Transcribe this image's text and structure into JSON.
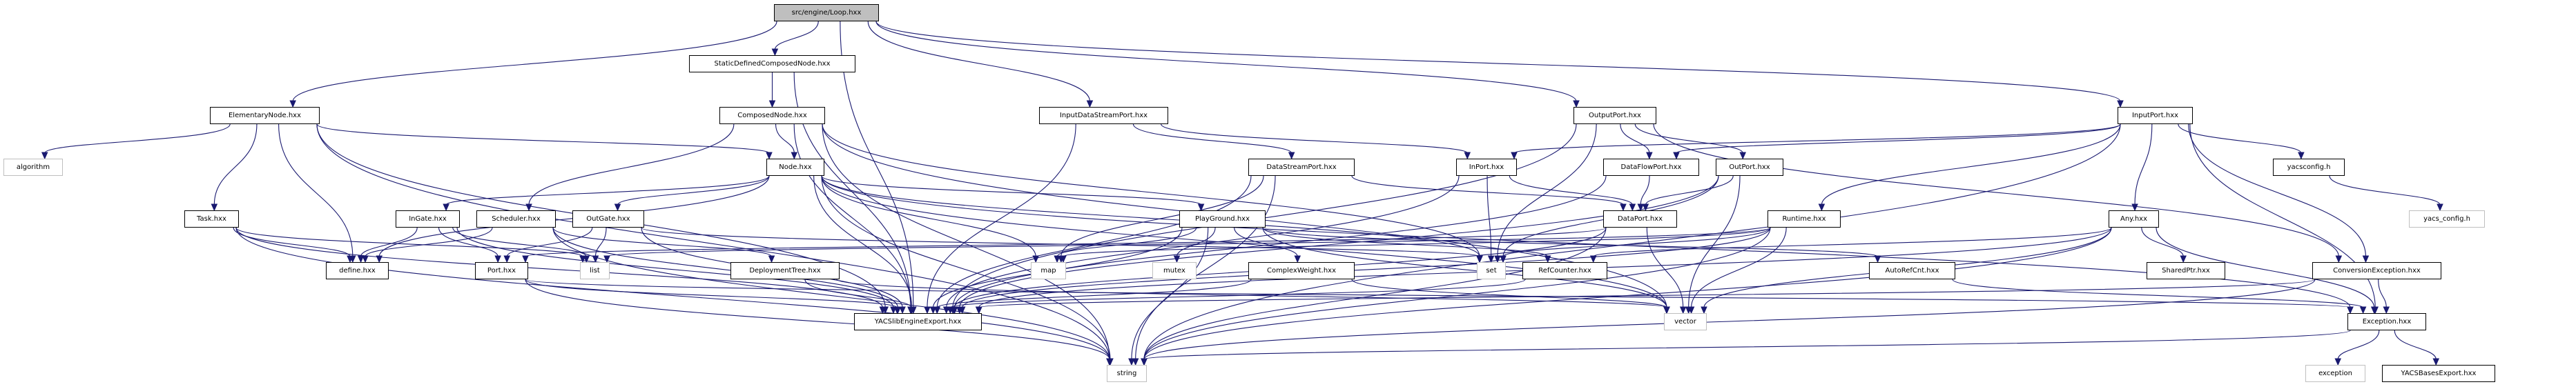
{
  "title": "src/engine/Loop.hxx",
  "nodes": [
    {
      "id": "loop",
      "label": "src/engine/Loop.hxx",
      "kind": "root"
    },
    {
      "id": "sdcn",
      "label": "StaticDefinedComposedNode.hxx",
      "kind": "file"
    },
    {
      "id": "composed",
      "label": "ComposedNode.hxx",
      "kind": "file"
    },
    {
      "id": "node",
      "label": "Node.hxx",
      "kind": "file"
    },
    {
      "id": "elementary",
      "label": "ElementaryNode.hxx",
      "kind": "file"
    },
    {
      "id": "algorithm",
      "label": "algorithm",
      "kind": "ext"
    },
    {
      "id": "task",
      "label": "Task.hxx",
      "kind": "file"
    },
    {
      "id": "define",
      "label": "define.hxx",
      "kind": "file"
    },
    {
      "id": "ingate",
      "label": "InGate.hxx",
      "kind": "file"
    },
    {
      "id": "scheduler",
      "label": "Scheduler.hxx",
      "kind": "file"
    },
    {
      "id": "outgate",
      "label": "OutGate.hxx",
      "kind": "file"
    },
    {
      "id": "port",
      "label": "Port.hxx",
      "kind": "file"
    },
    {
      "id": "list",
      "label": "list",
      "kind": "ext"
    },
    {
      "id": "deploy",
      "label": "DeploymentTree.hxx",
      "kind": "file"
    },
    {
      "id": "yacslib",
      "label": "YACSlibEngineExport.hxx",
      "kind": "file"
    },
    {
      "id": "idsp",
      "label": "InputDataStreamPort.hxx",
      "kind": "file"
    },
    {
      "id": "dsp",
      "label": "DataStreamPort.hxx",
      "kind": "file"
    },
    {
      "id": "map",
      "label": "map",
      "kind": "ext"
    },
    {
      "id": "mutex",
      "label": "mutex",
      "kind": "ext"
    },
    {
      "id": "playground",
      "label": "PlayGround.hxx",
      "kind": "file"
    },
    {
      "id": "complexw",
      "label": "ComplexWeight.hxx",
      "kind": "file"
    },
    {
      "id": "string",
      "label": "string",
      "kind": "ext"
    },
    {
      "id": "outputport",
      "label": "OutputPort.hxx",
      "kind": "file"
    },
    {
      "id": "inport",
      "label": "InPort.hxx",
      "kind": "file"
    },
    {
      "id": "dataflowport",
      "label": "DataFlowPort.hxx",
      "kind": "file"
    },
    {
      "id": "outport",
      "label": "OutPort.hxx",
      "kind": "file"
    },
    {
      "id": "dataport",
      "label": "DataPort.hxx",
      "kind": "file"
    },
    {
      "id": "runtime",
      "label": "Runtime.hxx",
      "kind": "file"
    },
    {
      "id": "set",
      "label": "set",
      "kind": "ext"
    },
    {
      "id": "refcounter",
      "label": "RefCounter.hxx",
      "kind": "file"
    },
    {
      "id": "autorefcnt",
      "label": "AutoRefCnt.hxx",
      "kind": "file"
    },
    {
      "id": "vector",
      "label": "vector",
      "kind": "ext"
    },
    {
      "id": "inputport",
      "label": "InputPort.hxx",
      "kind": "file"
    },
    {
      "id": "yacsconfig",
      "label": "yacsconfig.h",
      "kind": "file"
    },
    {
      "id": "any",
      "label": "Any.hxx",
      "kind": "file"
    },
    {
      "id": "sharedptr",
      "label": "SharedPtr.hxx",
      "kind": "file"
    },
    {
      "id": "yacs_config",
      "label": "yacs_config.h",
      "kind": "ext"
    },
    {
      "id": "convexc",
      "label": "ConversionException.hxx",
      "kind": "file"
    },
    {
      "id": "exception_hxx",
      "label": "Exception.hxx",
      "kind": "file"
    },
    {
      "id": "exception",
      "label": "exception",
      "kind": "ext"
    },
    {
      "id": "yacsbases",
      "label": "YACSBasesExport.hxx",
      "kind": "file"
    }
  ],
  "edges": [
    [
      "loop",
      "sdcn"
    ],
    [
      "loop",
      "elementary"
    ],
    [
      "loop",
      "idsp"
    ],
    [
      "loop",
      "outputport"
    ],
    [
      "loop",
      "inputport"
    ],
    [
      "loop",
      "yacslib"
    ],
    [
      "sdcn",
      "composed"
    ],
    [
      "sdcn",
      "yacslib"
    ],
    [
      "composed",
      "node"
    ],
    [
      "composed",
      "scheduler"
    ],
    [
      "composed",
      "yacslib"
    ],
    [
      "composed",
      "string"
    ],
    [
      "composed",
      "set"
    ],
    [
      "composed",
      "vector"
    ],
    [
      "elementary",
      "task"
    ],
    [
      "elementary",
      "node"
    ],
    [
      "elementary",
      "define"
    ],
    [
      "elementary",
      "algorithm"
    ],
    [
      "elementary",
      "string"
    ],
    [
      "elementary",
      "yacslib"
    ],
    [
      "node",
      "ingate"
    ],
    [
      "node",
      "outgate"
    ],
    [
      "node",
      "define"
    ],
    [
      "node",
      "yacslib"
    ],
    [
      "node",
      "playground"
    ],
    [
      "node",
      "map"
    ],
    [
      "node",
      "set"
    ],
    [
      "node",
      "string"
    ],
    [
      "node",
      "vector"
    ],
    [
      "node",
      "exception_hxx"
    ],
    [
      "task",
      "define"
    ],
    [
      "task",
      "list"
    ],
    [
      "task",
      "yacslib"
    ],
    [
      "task",
      "string"
    ],
    [
      "ingate",
      "define"
    ],
    [
      "ingate",
      "port"
    ],
    [
      "ingate",
      "list"
    ],
    [
      "ingate",
      "yacslib"
    ],
    [
      "scheduler",
      "define"
    ],
    [
      "scheduler",
      "deploy"
    ],
    [
      "scheduler",
      "yacslib"
    ],
    [
      "scheduler",
      "string"
    ],
    [
      "outgate",
      "port"
    ],
    [
      "outgate",
      "list"
    ],
    [
      "outgate",
      "set"
    ],
    [
      "outgate",
      "yacslib"
    ],
    [
      "port",
      "yacslib"
    ],
    [
      "port",
      "string"
    ],
    [
      "port",
      "exception_hxx"
    ],
    [
      "deploy",
      "yacslib"
    ],
    [
      "deploy",
      "vector"
    ],
    [
      "playground",
      "map"
    ],
    [
      "playground",
      "mutex"
    ],
    [
      "playground",
      "string"
    ],
    [
      "playground",
      "complexw"
    ],
    [
      "playground",
      "refcounter"
    ],
    [
      "playground",
      "autorefcnt"
    ],
    [
      "playground",
      "yacslib"
    ],
    [
      "playground",
      "vector"
    ],
    [
      "complexw",
      "yacslib"
    ],
    [
      "complexw",
      "vector"
    ],
    [
      "idsp",
      "dsp"
    ],
    [
      "idsp",
      "inport"
    ],
    [
      "idsp",
      "yacslib"
    ],
    [
      "dsp",
      "dataport"
    ],
    [
      "dsp",
      "yacslib"
    ],
    [
      "dsp",
      "map"
    ],
    [
      "dsp",
      "string"
    ],
    [
      "outputport",
      "outport"
    ],
    [
      "outputport",
      "dataflowport"
    ],
    [
      "outputport",
      "yacslib"
    ],
    [
      "outputport",
      "set"
    ],
    [
      "outputport",
      "convexc"
    ],
    [
      "inputport",
      "inport"
    ],
    [
      "inputport",
      "dataflowport"
    ],
    [
      "inputport",
      "convexc"
    ],
    [
      "inputport",
      "yacsconfig"
    ],
    [
      "inputport",
      "any"
    ],
    [
      "inputport",
      "runtime"
    ],
    [
      "inputport",
      "string"
    ],
    [
      "inputport",
      "exception_hxx"
    ],
    [
      "inport",
      "dataport"
    ],
    [
      "inport",
      "set"
    ],
    [
      "inport",
      "yacslib"
    ],
    [
      "dataflowport",
      "dataport"
    ],
    [
      "dataflowport",
      "yacslib"
    ],
    [
      "outport",
      "dataport"
    ],
    [
      "outport",
      "set"
    ],
    [
      "outport",
      "yacslib"
    ],
    [
      "outport",
      "vector"
    ],
    [
      "dataport",
      "port"
    ],
    [
      "dataport",
      "yacslib"
    ],
    [
      "dataport",
      "vector"
    ],
    [
      "dataport",
      "string"
    ],
    [
      "runtime",
      "set"
    ],
    [
      "runtime",
      "list"
    ],
    [
      "runtime",
      "map"
    ],
    [
      "runtime",
      "vector"
    ],
    [
      "runtime",
      "string"
    ],
    [
      "runtime",
      "yacslib"
    ],
    [
      "any",
      "sharedptr"
    ],
    [
      "any",
      "refcounter"
    ],
    [
      "any",
      "exception_hxx"
    ],
    [
      "any",
      "yacslib"
    ],
    [
      "any",
      "vector"
    ],
    [
      "any",
      "string"
    ],
    [
      "convexc",
      "exception_hxx"
    ],
    [
      "convexc",
      "string"
    ],
    [
      "convexc",
      "yacslib"
    ],
    [
      "exception_hxx",
      "exception"
    ],
    [
      "exception_hxx",
      "yacsbases"
    ],
    [
      "exception_hxx",
      "string"
    ],
    [
      "yacsconfig",
      "yacs_config"
    ],
    [
      "refcounter",
      "yacslib"
    ],
    [
      "autorefcnt",
      "exception_hxx"
    ]
  ],
  "colors": {
    "edge": "#191970",
    "root_fill": "#bfbfbf",
    "file_border": "#000000",
    "external_border": "#bfbfbf"
  }
}
